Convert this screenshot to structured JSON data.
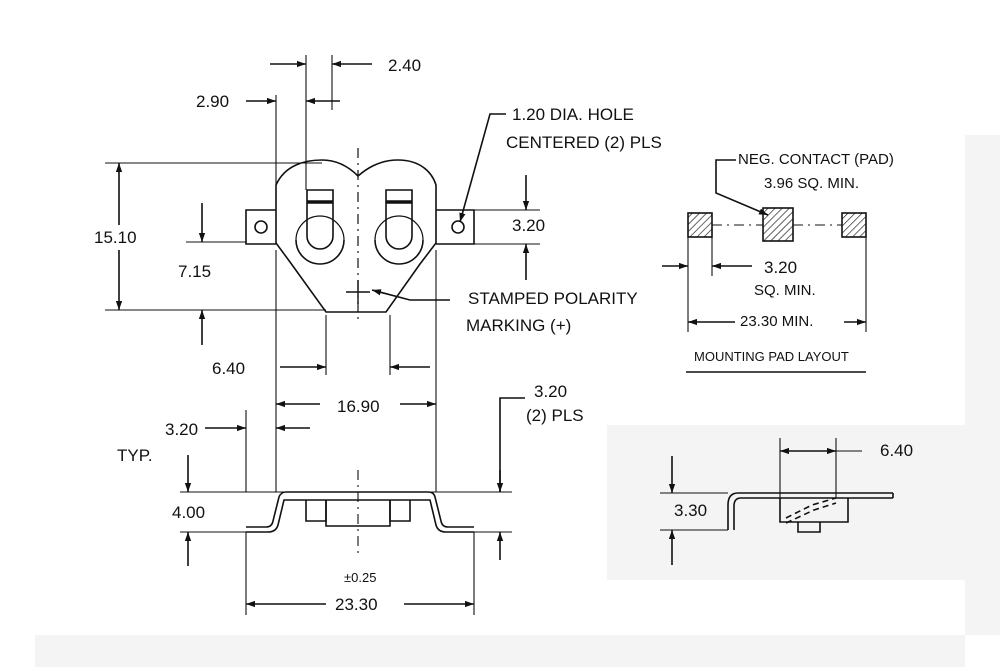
{
  "main_view": {
    "dim_2_40": "2.40",
    "dim_2_90": "2.90",
    "hole_note_line1": "1.20  DIA. HOLE",
    "hole_note_line2": "CENTERED (2) PLS",
    "dim_15_10": "15.10",
    "dim_7_15": "7.15",
    "dim_3_20_right": "3.20",
    "polarity_line1": "STAMPED POLARITY",
    "polarity_line2": "MARKING (+)",
    "dim_6_40": "6.40",
    "dim_16_90": "16.90"
  },
  "side_view": {
    "dim_3_20_pls_line1": "3.20",
    "dim_3_20_pls_line2": "(2) PLS",
    "dim_3_20_typ": "3.20",
    "typ_label": "TYP.",
    "dim_4_00": "4.00",
    "tolerance": "±0.25",
    "dim_23_30": "23.30"
  },
  "pad_layout": {
    "neg_contact_line1": "NEG. CONTACT (PAD)",
    "neg_contact_line2": "3.96  SQ. MIN.",
    "dim_3_20": "3.20",
    "sq_min": "SQ. MIN.",
    "dim_23_30_min": "23.30  MIN.",
    "title": "MOUNTING PAD LAYOUT"
  },
  "detail_view": {
    "dim_6_40": "6.40",
    "dim_3_30": "3.30"
  }
}
